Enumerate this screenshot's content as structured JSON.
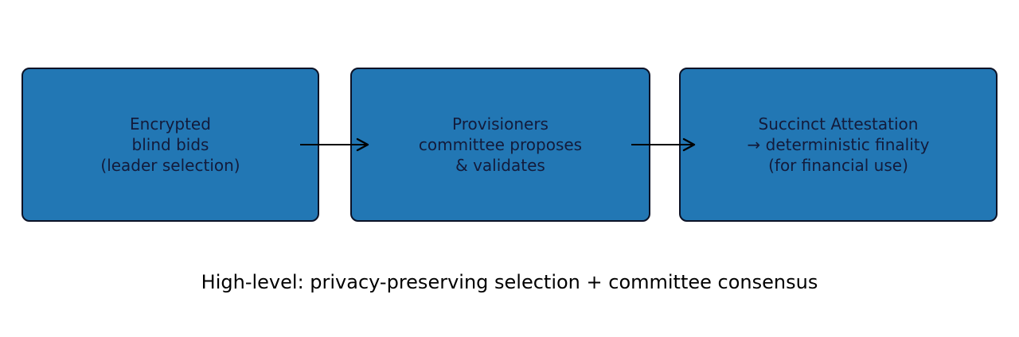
{
  "diagram": {
    "background_color": "#ffffff",
    "box_fill_color": "#2277b4",
    "box_border_color": "#0c1226",
    "box_text_color": "#131b3b",
    "arrow_color": "#000000",
    "caption_color": "#000000",
    "boxes": [
      {
        "id": "encrypted-blind-bids",
        "lines": [
          "Encrypted",
          "blind bids",
          "(leader selection)"
        ]
      },
      {
        "id": "provisioners-committee",
        "lines": [
          "Provisioners",
          "committee proposes",
          "& validates"
        ]
      },
      {
        "id": "succinct-attestation",
        "lines": [
          "Succinct Attestation",
          "→ deterministic finality",
          "(for financial use)"
        ]
      }
    ],
    "arrows": [
      {
        "from": "encrypted-blind-bids",
        "to": "provisioners-committee"
      },
      {
        "from": "provisioners-committee",
        "to": "succinct-attestation"
      }
    ],
    "caption": "High-level: privacy-preserving selection + committee consensus"
  }
}
